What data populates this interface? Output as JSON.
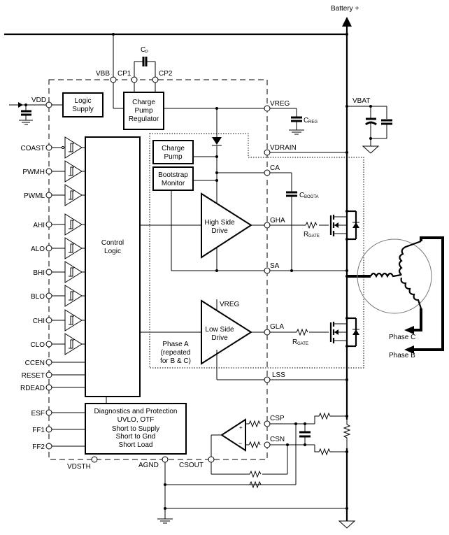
{
  "title": "Three-phase BLDC MOSFET gate driver block diagram",
  "supply": {
    "battery_label": "Battery +",
    "vbat_label": "VBAT"
  },
  "top_pins": {
    "vbb": "VBB",
    "cp1": "CP1",
    "cp2": "CP2",
    "cp_cap": "C",
    "cp_cap_sub": "P"
  },
  "left_pins": {
    "vdd": "VDD",
    "inputs": [
      "COAST",
      "PWMH",
      "PWML",
      "AHI",
      "ALO",
      "BHI",
      "BLO",
      "CHI",
      "CLO"
    ],
    "plain": [
      "CCEN",
      "RESET",
      "RDEAD"
    ],
    "diag": [
      "ESF",
      "FF1",
      "FF2"
    ]
  },
  "bottom_pins": {
    "vdsth": "VDSTH",
    "agnd": "AGND",
    "csout": "CSOUT"
  },
  "right_pins": {
    "vreg": "VREG",
    "vdrain": "VDRAIN",
    "ca": "CA",
    "gha": "GHA",
    "sa": "SA",
    "gla": "GLA",
    "lss": "LSS",
    "csp": "CSP",
    "csn": "CSN"
  },
  "components": {
    "creg": "C",
    "creg_sub": "REG",
    "cboota": "C",
    "cboota_sub": "BOOTA",
    "rgate": "R",
    "rgate_sub": "GATE",
    "low_side_vreg": "VREG"
  },
  "blocks": {
    "logic_supply": [
      "Logic",
      "Supply"
    ],
    "charge_pump_regulator": [
      "Charge",
      "Pump",
      "Regulator"
    ],
    "control_logic": [
      "Control",
      "Logic"
    ],
    "charge_pump": [
      "Charge",
      "Pump"
    ],
    "bootstrap_monitor": [
      "Bootstrap",
      "Monitor"
    ],
    "high_side_drive": [
      "High Side",
      "Drive"
    ],
    "low_side_drive": [
      "Low Side",
      "Drive"
    ],
    "phase_note": [
      "Phase A",
      "(repeated",
      "for B & C)"
    ],
    "diagnostics": [
      "Diagnostics and Protection",
      "UVLO, OTF",
      "Short to Supply",
      "Short to Gnd",
      "Short Load"
    ]
  },
  "motor": {
    "phase_c": "Phase C",
    "phase_b": "Phase B"
  }
}
